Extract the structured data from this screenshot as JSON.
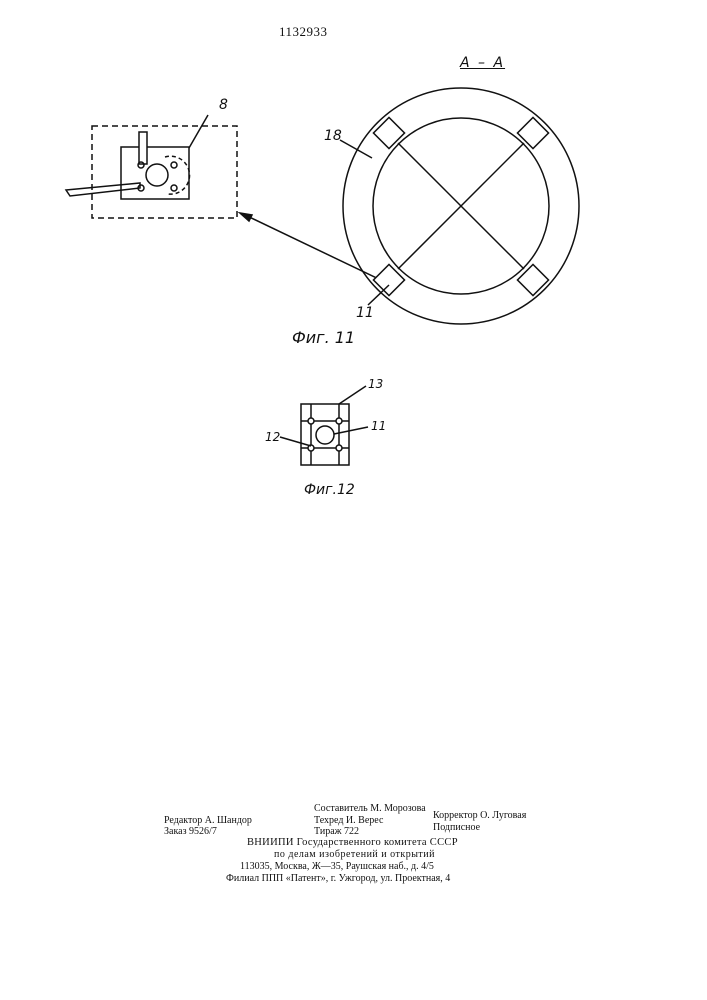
{
  "header": {
    "patent_number": "1132933"
  },
  "figures": {
    "section_label": "A – A",
    "fig11": {
      "caption": "Фиг. 11",
      "callout_8": "8",
      "callout_18": "18",
      "callout_11": "11"
    },
    "fig12": {
      "caption": "Фиг.12",
      "callout_13": "13",
      "callout_11": "11",
      "callout_12": "12"
    }
  },
  "imprint": {
    "compiler": "Составитель М. Морозова",
    "editor": "Редактор А. Шандор",
    "tech_editor": "Техред И. Верес",
    "proofreader": "Корректор О. Луговая",
    "order": "Заказ 9526/7",
    "circulation": "Тираж 722",
    "subscription": "Подписное",
    "org_line1": "ВНИИПИ Государственного комитета СССР",
    "org_line2": "по делам изобретений и открытий",
    "address": "113035, Москва, Ж—35, Раушская наб., д. 4/5",
    "branch": "Филиал ППП «Патент», г. Ужгород, ул. Проектная, 4"
  }
}
